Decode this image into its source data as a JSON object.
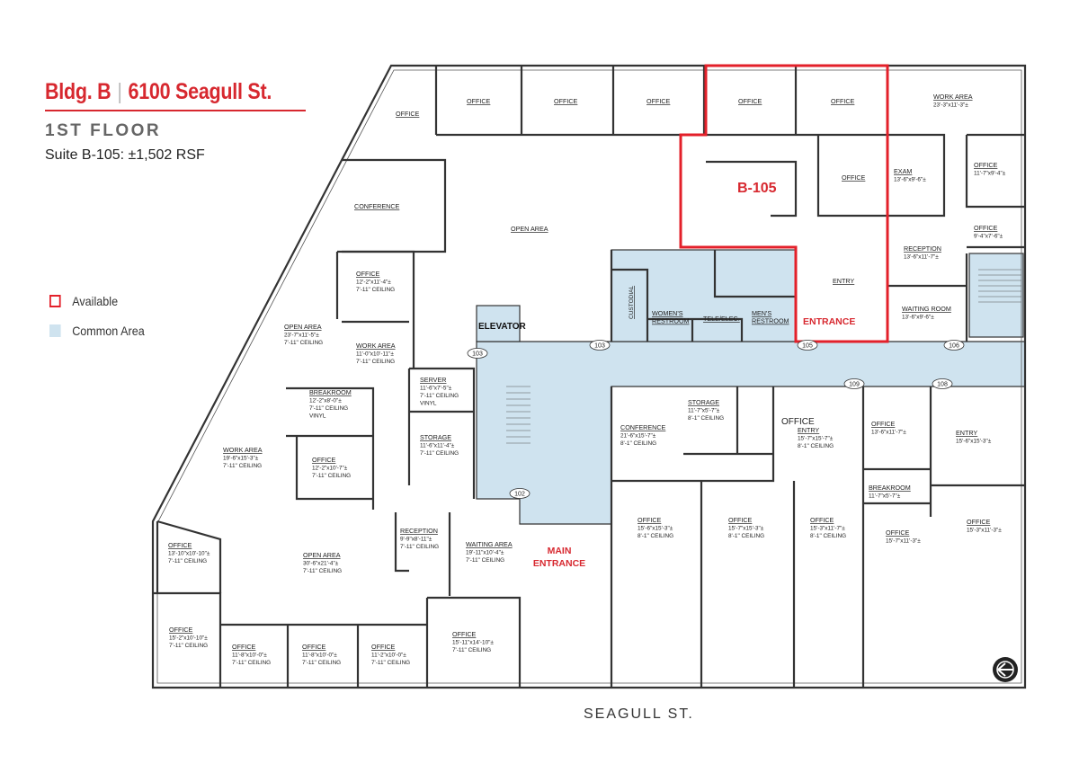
{
  "header": {
    "building": "Bldg. B",
    "separator": "|",
    "address": "6100 Seagull St.",
    "floor": "1ST FLOOR",
    "suite_info": "Suite B-105:  ±1,502 RSF"
  },
  "legend": [
    {
      "label": "Available",
      "color": "#e3202a"
    },
    {
      "label": "Common Area",
      "color": "#cfe3ef"
    }
  ],
  "suite_label": "B-105",
  "entrance_label": "ENTRANCE",
  "main_entrance": [
    "MAIN",
    "ENTRANCE"
  ],
  "street": "SEAGULL ST.",
  "door_tags": [
    "103",
    "103",
    "105",
    "106",
    "109",
    "108",
    "102"
  ],
  "big_office_label": "OFFICE",
  "rooms": [
    {
      "name": "OFFICE",
      "lines": []
    },
    {
      "name": "OFFICE",
      "lines": []
    },
    {
      "name": "OFFICE",
      "lines": []
    },
    {
      "name": "OFFICE",
      "lines": []
    },
    {
      "name": "OFFICE",
      "lines": []
    },
    {
      "name": "OFFICE",
      "lines": []
    },
    {
      "name": "WORK AREA",
      "lines": [
        "23'-3\"x11'-3\"±"
      ]
    },
    {
      "name": "CONFERENCE",
      "lines": []
    },
    {
      "name": "OPEN AREA",
      "lines": []
    },
    {
      "name": "OFFICE",
      "lines": []
    },
    {
      "name": "EXAM",
      "lines": [
        "13'-6\"x9'-6\"±"
      ]
    },
    {
      "name": "OFFICE",
      "lines": [
        "11'-7\"x9'-4\"±"
      ]
    },
    {
      "name": "OFFICE",
      "lines": [
        "9'-4\"x7'-6\"±"
      ]
    },
    {
      "name": "RECEPTION",
      "lines": [
        "13'-6\"x11'-7\"±"
      ]
    },
    {
      "name": "ENTRY",
      "lines": []
    },
    {
      "name": "WAITING ROOM",
      "lines": [
        "13'-6\"x9'-6\"±"
      ]
    },
    {
      "name": "WOMEN'S",
      "lines": [
        "RESTROOM"
      ]
    },
    {
      "name": "TELE/ELEC.",
      "lines": []
    },
    {
      "name": "MEN'S",
      "lines": [
        "RESTROOM"
      ]
    },
    {
      "name": "OFFICE",
      "lines": [
        "12'-2\"x11'-4\"±",
        "7'-11\" CEILING"
      ]
    },
    {
      "name": "OPEN AREA",
      "lines": [
        "23'-7\"x11'-5\"±",
        "7'-11\" CEILING"
      ]
    },
    {
      "name": "WORK AREA",
      "lines": [
        "11'-0\"x10'-11\"±",
        "7'-11\" CEILING"
      ]
    },
    {
      "name": "SERVER",
      "lines": [
        "11'-6\"x7'-5\"±",
        "7'-11\" CEILING",
        "VINYL"
      ]
    },
    {
      "name": "BREAKROOM",
      "lines": [
        "12'-2\"x8'-0\"±",
        "7'-11\" CEILING",
        "VINYL"
      ]
    },
    {
      "name": "STORAGE",
      "lines": [
        "11'-6\"x11'-4\"±",
        "7'-11\" CEILING"
      ]
    },
    {
      "name": "WORK AREA",
      "lines": [
        "19'-6\"x15'-3\"±",
        "7'-11\" CEILING"
      ]
    },
    {
      "name": "OFFICE",
      "lines": [
        "12'-2\"x10'-7\"±",
        "7'-11\" CEILING"
      ]
    },
    {
      "name": "CONFERENCE",
      "lines": [
        "21'-6\"x15'-7\"±",
        "8'-1\" CEILING"
      ]
    },
    {
      "name": "STORAGE",
      "lines": [
        "11'-7\"x5'-7\"±",
        "8'-1\" CEILING"
      ]
    },
    {
      "name": "ENTRY",
      "lines": [
        "15'-7\"x15'-7\"±",
        "8'-1\" CEILING"
      ]
    },
    {
      "name": "OFFICE",
      "lines": [
        "13'-6\"x11'-7\"±"
      ]
    },
    {
      "name": "ENTRY",
      "lines": [
        "15'-6\"x15'-3\"±"
      ]
    },
    {
      "name": "BREAKROOM",
      "lines": [
        "11'-7\"x5'-7\"±"
      ]
    },
    {
      "name": "OFFICE",
      "lines": [
        "15'-6\"x15'-3\"±",
        "8'-1\" CEILING"
      ]
    },
    {
      "name": "OFFICE",
      "lines": [
        "15'-7\"x15'-3\"±",
        "8'-1\" CEILING"
      ]
    },
    {
      "name": "OFFICE",
      "lines": [
        "15'-3\"x11'-7\"±",
        "8'-1\" CEILING"
      ]
    },
    {
      "name": "OFFICE",
      "lines": [
        "15'-7\"x11'-3\"±"
      ]
    },
    {
      "name": "OFFICE",
      "lines": [
        "15'-3\"x11'-3\"±"
      ]
    },
    {
      "name": "OFFICE",
      "lines": [
        "13'-10\"x10'-10\"±",
        "7'-11\" CEILING"
      ]
    },
    {
      "name": "OPEN AREA",
      "lines": [
        "30'-6\"x21'-4\"±",
        "7'-11\" CEILING"
      ]
    },
    {
      "name": "RECEPTION",
      "lines": [
        "9'-9\"x8'-11\"±",
        "7'-11\" CEILING"
      ]
    },
    {
      "name": "WAITING AREA",
      "lines": [
        "19'-11\"x10'-4\"±",
        "7'-11\" CEILING"
      ]
    },
    {
      "name": "OFFICE",
      "lines": [
        "15'-2\"x10'-10\"±",
        "7'-11\" CEILING"
      ]
    },
    {
      "name": "OFFICE",
      "lines": [
        "11'-8\"x10'-0\"±",
        "7'-11\" CEILING"
      ]
    },
    {
      "name": "OFFICE",
      "lines": [
        "11'-8\"x10'-0\"±",
        "7'-11\" CEILING"
      ]
    },
    {
      "name": "OFFICE",
      "lines": [
        "11'-2\"x10'-0\"±",
        "7'-11\" CEILING"
      ]
    },
    {
      "name": "OFFICE",
      "lines": [
        "15'-11\"x14'-10\"±",
        "7'-11\" CEILING"
      ]
    }
  ],
  "custodial_label": "CUSTODIAL",
  "elevator_label": "ELEVATOR"
}
